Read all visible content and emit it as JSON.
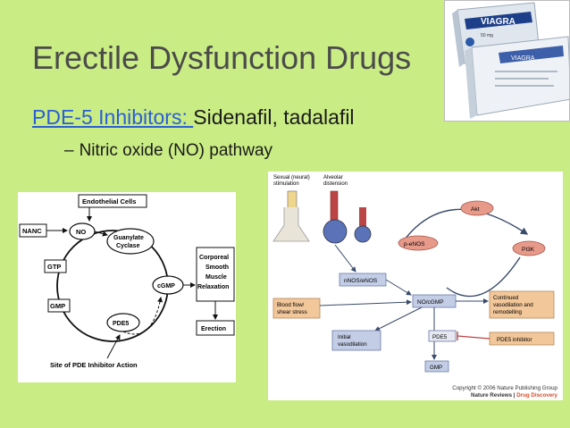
{
  "slide": {
    "title": "Erectile Dysfunction Drugs",
    "bullet1_link": "PDE-5 Inhibitors: ",
    "bullet1_text": "Sidenafil, tadalafil",
    "bullet2_dash": "–",
    "bullet2_text": "Nitric oxide (NO) pathway"
  },
  "photo": {
    "brand": "VIAGRA",
    "dose": "50 mg",
    "box2_label": "VIAGRA"
  },
  "left_diagram": {
    "endothelial": "Endothelial Cells",
    "nanc": "NANC",
    "no": "NO",
    "guanylate_1": "Guanylate",
    "guanylate_2": "Cyclase",
    "gtp": "GTP",
    "cgmp": "cGMP",
    "gmp": "GMP",
    "pde5": "PDE5",
    "corporeal_1": "Corporeal",
    "corporeal_2": "Smooth",
    "corporeal_3": "Muscle",
    "corporeal_4": "Relaxation",
    "erection": "Erection",
    "caption": "Site of PDE Inhibitor Action"
  },
  "right_diagram": {
    "sexual_1": "Sexual (neural)",
    "sexual_2": "stimulation",
    "alveolar_1": "Alveolar",
    "alveolar_2": "distension",
    "akt": "Akt",
    "peNOS": "p-eNOS",
    "pi3k": "PI3K",
    "nnos": "nNOS/eNOS",
    "blood_1": "Blood flow/",
    "blood_2": "shear stress",
    "nocgmp": "NO/cGMP",
    "continued_1": "Continued",
    "continued_2": "vasodilation and",
    "continued_3": "remodelling",
    "initial_1": "Initial",
    "initial_2": "vasodilation",
    "pde5": "PDE5",
    "pde5_inhibitor": "PDE5 inhibitor",
    "gmp": "GMP",
    "copyright": "Copyright © 2006 Nature Publishing Group",
    "journal_a": "Nature Reviews | ",
    "journal_b": "Drug Discovery"
  },
  "colors": {
    "background": "#c9ec84",
    "title": "#4b4b4b",
    "link": "#2a5fd6",
    "pink_oval": "#e89a8a",
    "orange_box": "#f2c79a",
    "blue_box": "#c3cde6"
  }
}
